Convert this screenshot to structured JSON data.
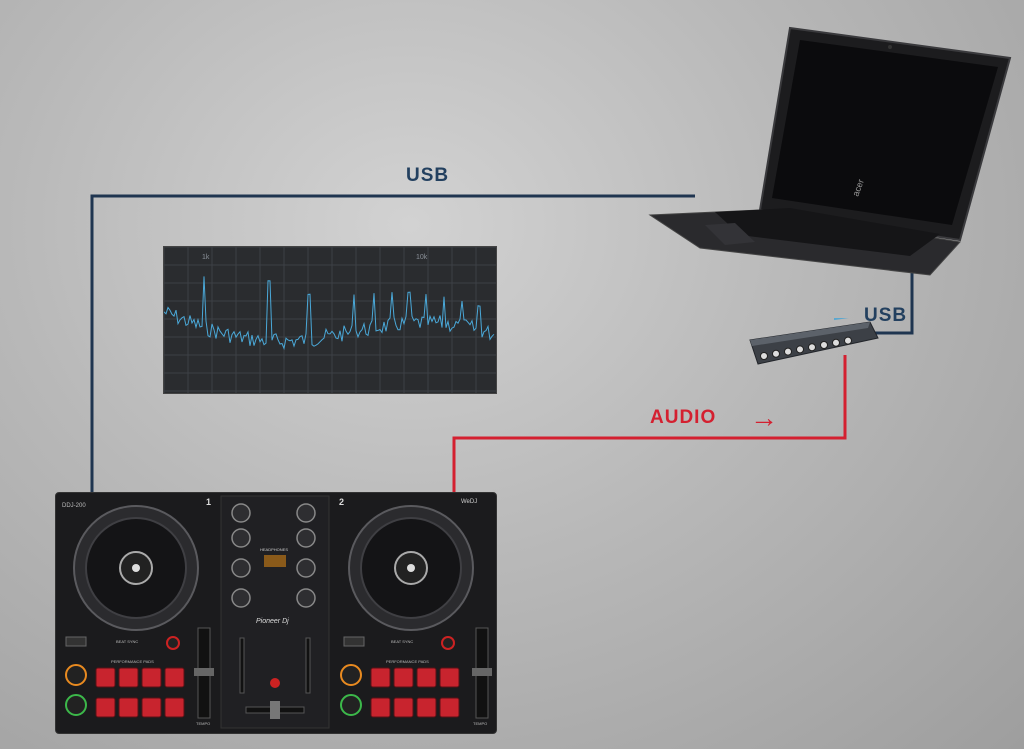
{
  "labels": {
    "usb_top": "USB",
    "usb_right": "USB",
    "audio": "AUDIO",
    "audio_arrow": "→"
  },
  "colors": {
    "usb_line": "#1f3550",
    "audio_line": "#d42030",
    "usb_text": "#23405f",
    "audio_text": "#d42030"
  },
  "spectrum": {
    "tick_left": "1k",
    "tick_right": "10k"
  },
  "controller": {
    "model": "DDJ-200",
    "brand": "Pioneer Dj",
    "deck_left_number": "1",
    "deck_right_number": "2",
    "performance_pads_label": "PERFORMANCE PADS",
    "beat_sync_label": "BEAT SYNC",
    "tempo_label": "TEMPO",
    "headphones_label": "HEADPHONES",
    "wedj_label": "WeDJ"
  },
  "laptop": {
    "brand": "acer"
  }
}
